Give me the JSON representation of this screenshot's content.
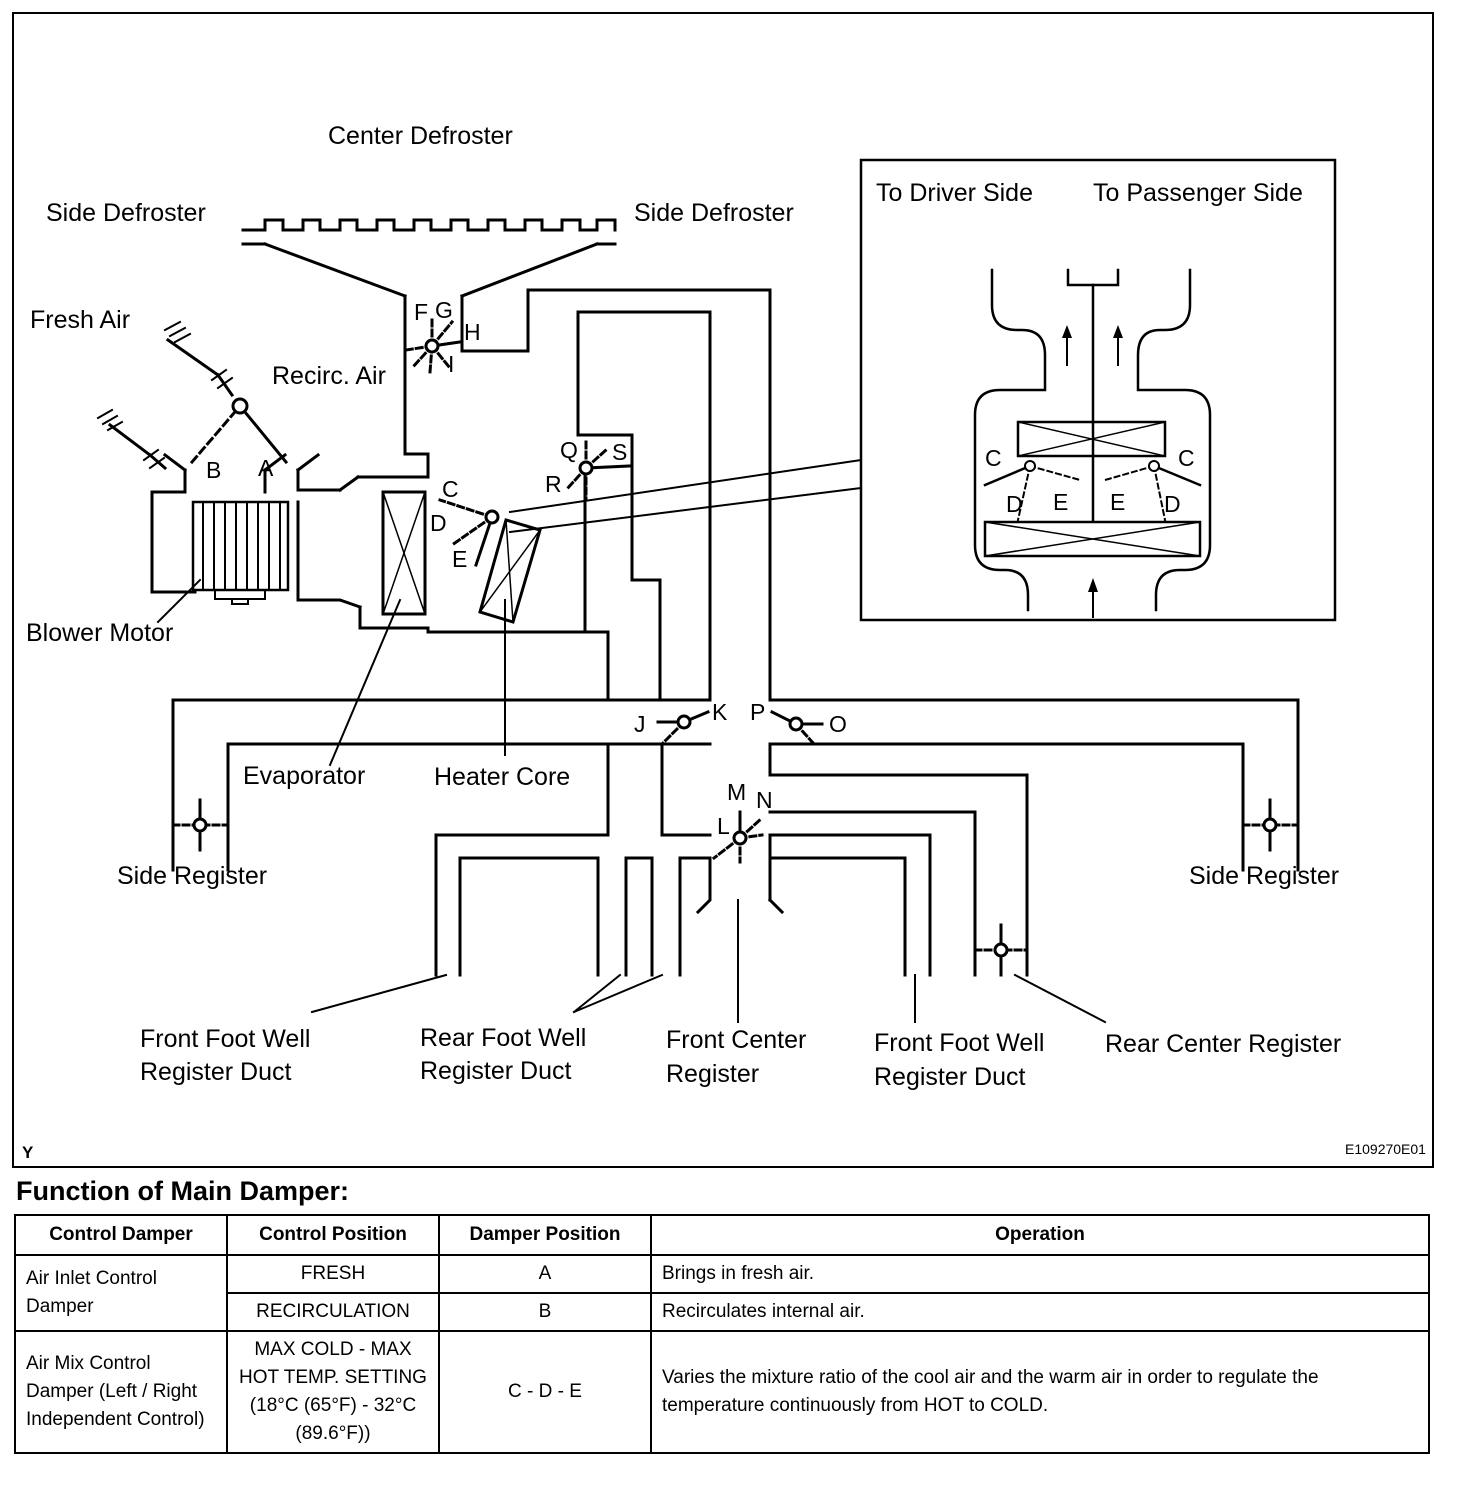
{
  "diagram": {
    "labels": {
      "center_defroster": "Center Defroster",
      "side_defroster_left": "Side Defroster",
      "side_defroster_right": "Side Defroster",
      "fresh_air": "Fresh Air",
      "recirc_air": "Recirc. Air",
      "blower_motor": "Blower Motor",
      "evaporator": "Evaporator",
      "heater_core": "Heater Core",
      "side_register_left": "Side Register",
      "side_register_right": "Side Register",
      "front_foot_well_left_1": "Front Foot Well",
      "front_foot_well_left_2": "Register Duct",
      "rear_foot_well_1": "Rear Foot Well",
      "rear_foot_well_2": "Register Duct",
      "front_center_1": "Front Center",
      "front_center_2": "Register",
      "front_foot_well_right_1": "Front Foot Well",
      "front_foot_well_right_2": "Register Duct",
      "rear_center_register": "Rear Center Register",
      "to_driver_side": "To Driver Side",
      "to_passenger_side": "To Passenger Side",
      "corner_code": "Y",
      "figure_code": "E109270E01"
    },
    "damper_letters": {
      "A": "A",
      "B": "B",
      "C": "C",
      "D": "D",
      "E": "E",
      "F": "F",
      "G": "G",
      "H": "H",
      "I": "I",
      "J": "J",
      "K": "K",
      "L": "L",
      "M": "M",
      "N": "N",
      "O": "O",
      "P": "P",
      "Q": "Q",
      "R": "R",
      "S": "S"
    }
  },
  "table": {
    "title": "Function of Main Damper:",
    "headers": [
      "Control Damper",
      "Control Position",
      "Damper Position",
      "Operation"
    ],
    "rows": [
      {
        "damper": "Air Inlet Control Damper",
        "entries": [
          {
            "position": "FRESH",
            "damper_position": "A",
            "operation": "Brings in fresh air."
          },
          {
            "position": "RECIRCULATION",
            "damper_position": "B",
            "operation": "Recirculates internal air."
          }
        ]
      },
      {
        "damper": "Air Mix Control Damper (Left / Right Independent Control)",
        "entries": [
          {
            "position": "MAX COLD - MAX HOT TEMP. SETTING (18°C (65°F) - 32°C (89.6°F))",
            "damper_position": "C - D - E",
            "operation": "Varies the mixture ratio of the cool air and the warm air in order to regulate the temperature continuously from HOT to COLD."
          }
        ]
      }
    ]
  }
}
